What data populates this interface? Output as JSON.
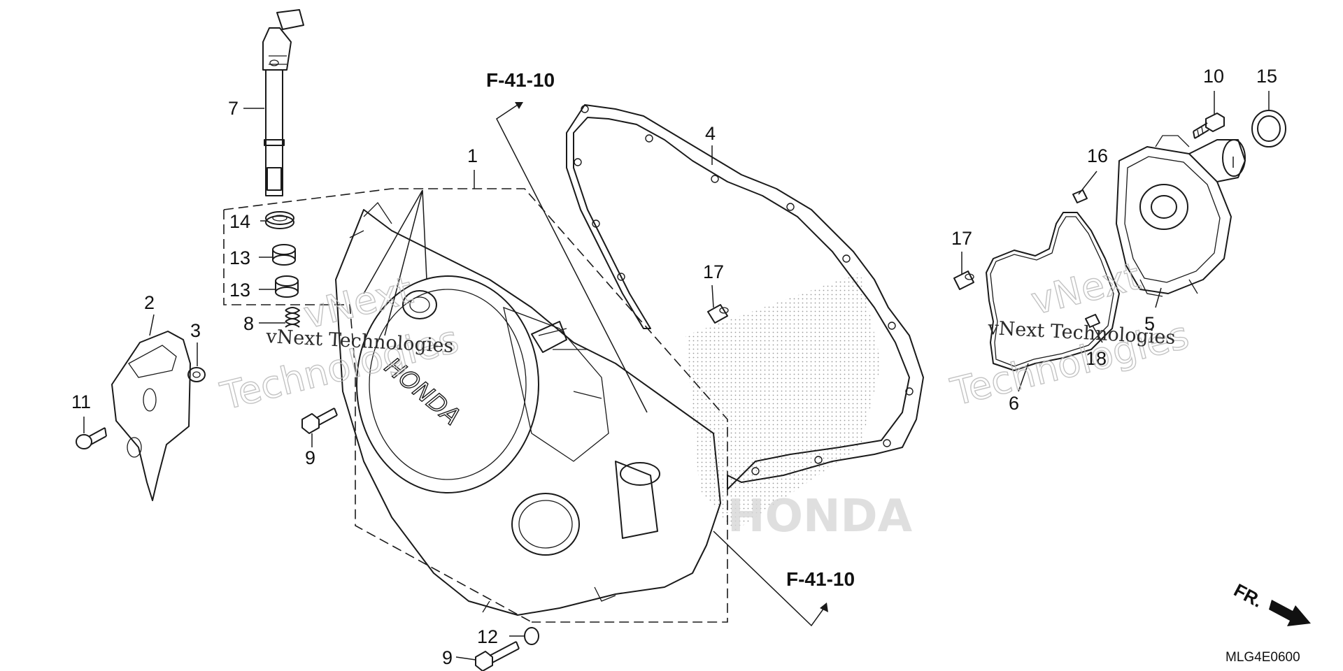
{
  "diagram": {
    "callouts": {
      "p1": "1",
      "p2": "2",
      "p3": "3",
      "p4": "4",
      "p5": "5",
      "p6": "6",
      "p7": "7",
      "p8": "8",
      "p9a": "9",
      "p9b": "9",
      "p10": "10",
      "p11": "11",
      "p12": "12",
      "p13a": "13",
      "p13b": "13",
      "p14": "14",
      "p15": "15",
      "p16": "16",
      "p17a": "17",
      "p17b": "17",
      "p18": "18"
    },
    "refs": {
      "top": "F-41-10",
      "bottom": "F-41-10"
    },
    "front_label": "FR.",
    "drawing_code": "MLG4E0600",
    "cover_logo": "HONDA",
    "watermark": {
      "brand": "vNext",
      "word": "Technologies",
      "full": "vNext Technologies"
    }
  }
}
